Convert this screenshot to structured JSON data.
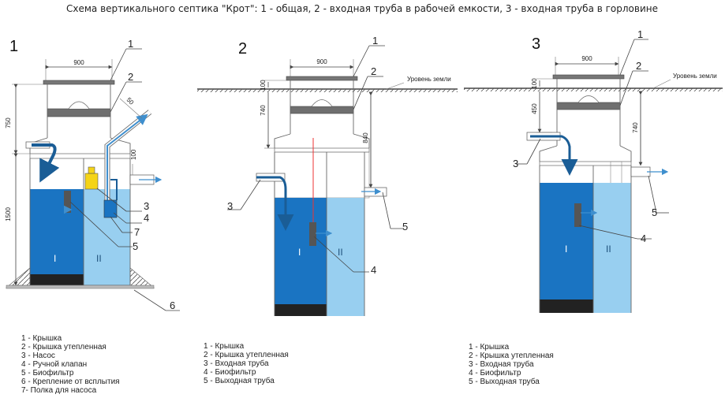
{
  "title": "Схема вертикального септика \"Крот\": 1 - общая, 2 - входная труба в рабочей емкости, 3 - входная труба в горловине",
  "colors": {
    "chamber_dark": "#1a74c2",
    "chamber_light": "#98cff0",
    "sludge": "#222222",
    "lid": "#777777",
    "pipe_arrow": "#3f8fce",
    "biofilter": "#555555"
  },
  "diagrams": [
    {
      "number": "1",
      "dims": {
        "top": "900",
        "left_upper": "750",
        "left_lower": "1500",
        "pipe": "50",
        "outlet": "100"
      },
      "callouts": [
        "1",
        "2",
        "3",
        "4",
        "5",
        "6",
        "7"
      ],
      "rooms": [
        "I",
        "II"
      ],
      "legend": [
        "1 - Крышка",
        "2 - Крышка утепленная",
        "3 - Насос",
        "4 - Ручной клапан",
        "5 - Биофильтр",
        "6 - Крепление от всплытия",
        "7- Полка для насоса"
      ]
    },
    {
      "number": "2",
      "ground_label": "Уровень земли",
      "dims": {
        "top": "900",
        "d100": "100",
        "d740": "740",
        "d840": "840"
      },
      "callouts": [
        "1",
        "2",
        "3",
        "4",
        "5"
      ],
      "rooms": [
        "I",
        "II"
      ],
      "legend": [
        "1 - Крышка",
        "2 - Крышка утепленная",
        "3 - Входная труба",
        "4 - Биофильтр",
        "5 - Выходная труба"
      ]
    },
    {
      "number": "3",
      "ground_label": "Уровень земли",
      "dims": {
        "top": "900",
        "d100": "100",
        "d450": "450",
        "d740": "740"
      },
      "callouts": [
        "1",
        "2",
        "3",
        "4",
        "5"
      ],
      "rooms": [
        "I",
        "II"
      ],
      "legend": [
        "1 - Крышка",
        "2 - Крышка утепленная",
        "3 - Входная труба",
        "4 - Биофильтр",
        "5 - Выходная труба"
      ]
    }
  ]
}
